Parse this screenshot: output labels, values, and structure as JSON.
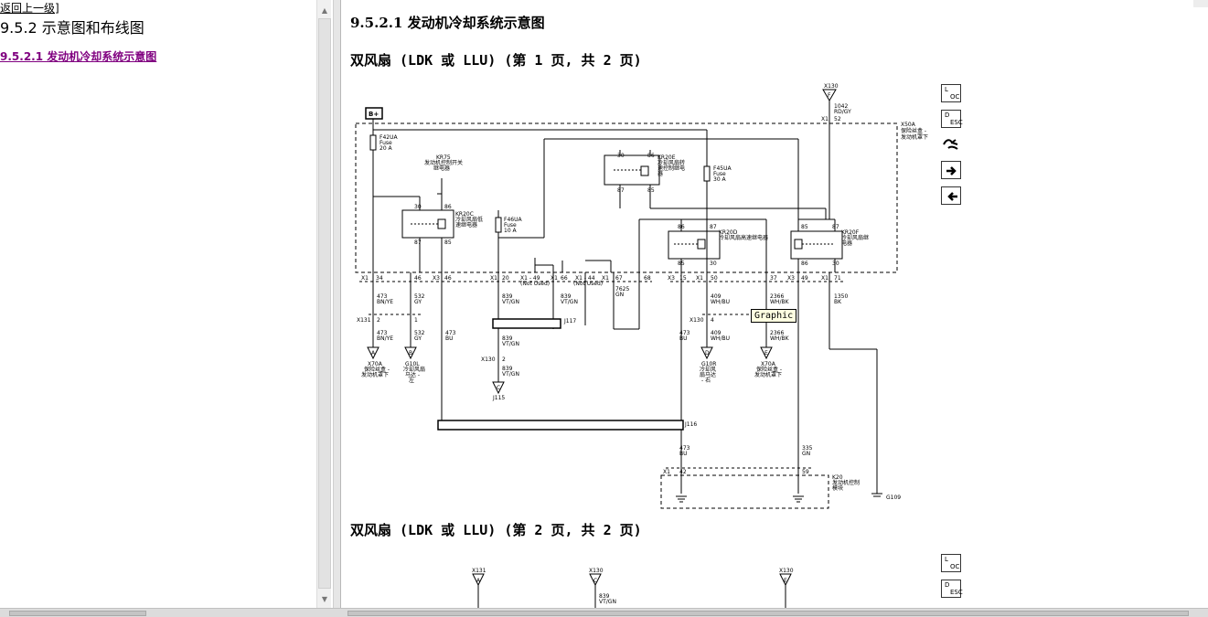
{
  "left_pane": {
    "back_link": "返回上一级]",
    "section_title": "9.5.2 示意图和布线图",
    "sub_link": "9.5.2.1 发动机冷却系统示意图"
  },
  "right_pane": {
    "heading": "9.5.2.1 发动机冷却系统示意图",
    "diagram1_title": "双风扇 (LDK 或 LLU) (第 1 页, 共 2 页)",
    "diagram2_title": "双风扇 (LDK 或 LLU) (第 2 页, 共 2 页)",
    "tooltip": "Graphic"
  },
  "nav_buttons": {
    "loc_top": "L",
    "loc_bottom": "OC",
    "desc_top": "D",
    "desc_bottom": "ESC"
  },
  "schematic": {
    "b_plus": "B+",
    "x130_top": "X130",
    "f_letter": "F",
    "wire_1042": "1042",
    "wire_1042_color": "RD/GY",
    "x1_52": "X1",
    "pin_52": "52",
    "x50a": "X50A",
    "x50a_desc1": "保险丝盒 -",
    "x50a_desc2": "发动机罩下",
    "f42ua": "F42UA",
    "f42ua_fuse": "Fuse",
    "f42ua_amp": "20 A",
    "kr75": "KR75",
    "kr75_desc1": "发动机控制开关",
    "kr75_desc2": "继电器",
    "kr20e": "KR20E",
    "kr20e_desc1": "冷却风扇转",
    "kr20e_desc2": "速控制继电",
    "kr20e_desc3": "器",
    "f45ua": "F45UA",
    "f45ua_fuse": "Fuse",
    "f45ua_amp": "30 A",
    "kr20c": "KR20C",
    "kr20c_desc1": "冷却风扇低",
    "kr20c_desc2": "速继电器",
    "f46ua": "F46UA",
    "f46ua_fuse": "Fuse",
    "f46ua_amp": "10 A",
    "kr20d": "KR20D",
    "kr20d_desc": "冷却风扇高速继电器",
    "kr20f": "KR20F",
    "kr20f_desc1": "冷却风扇继",
    "kr20f_desc2": "电器",
    "p30": "30",
    "p86": "86",
    "p87": "87",
    "p85": "85",
    "x1": "X1",
    "x3": "X3",
    "pin34": "34",
    "pin46": "46",
    "pin20": "20",
    "pin66": "66",
    "pin67": "67",
    "pin68": "68",
    "pin15": "15",
    "pin50": "50",
    "pin37": "37",
    "pin49": "49",
    "pin71": "71",
    "x1_49": "X1 - 49",
    "x1_44": "X1 - 44",
    "not_used": "(Not Used)",
    "w473": "473",
    "bn_ye": "BN/YE",
    "w532": "532",
    "gy": "GY",
    "w839": "839",
    "vt_gn": "VT/GN",
    "w7625": "7625",
    "gn": "GN",
    "w409": "409",
    "wh_bu": "WH/BU",
    "w2366": "2366",
    "wh_bk": "WH/BK",
    "w1350": "1350",
    "bk": "BK",
    "bu": "BU",
    "x131": "X131",
    "x130": "X130",
    "pin2": "2",
    "pin1": "1",
    "pin4": "4",
    "j117": "J117",
    "j116": "J116",
    "j115": "J115",
    "conn_a": "A",
    "conn_b": "B",
    "conn_c": "C",
    "conn_d": "D",
    "conn_e": "E",
    "x70a": "X70A",
    "x70a_desc1": "保险丝盒 -",
    "x70a_desc2": "发动机罩下",
    "g10l": "G10L",
    "g10l_desc1": "冷却风扇",
    "g10l_desc2": "马达 -",
    "g10l_desc3": "左",
    "g10r": "G10R",
    "g10r_desc1": "冷却风",
    "g10r_desc2": "扇马达",
    "g10r_desc3": "- 右",
    "x70a_e": "X70A",
    "x70a_e_desc1": "保险丝盒 -",
    "x70a_e_desc2": "发动机罩下",
    "w335": "335",
    "pin42": "42",
    "pin59": "59",
    "k20": "K20",
    "k20_desc1": "发动机控制",
    "k20_desc2": "模块",
    "g109": "G109"
  }
}
